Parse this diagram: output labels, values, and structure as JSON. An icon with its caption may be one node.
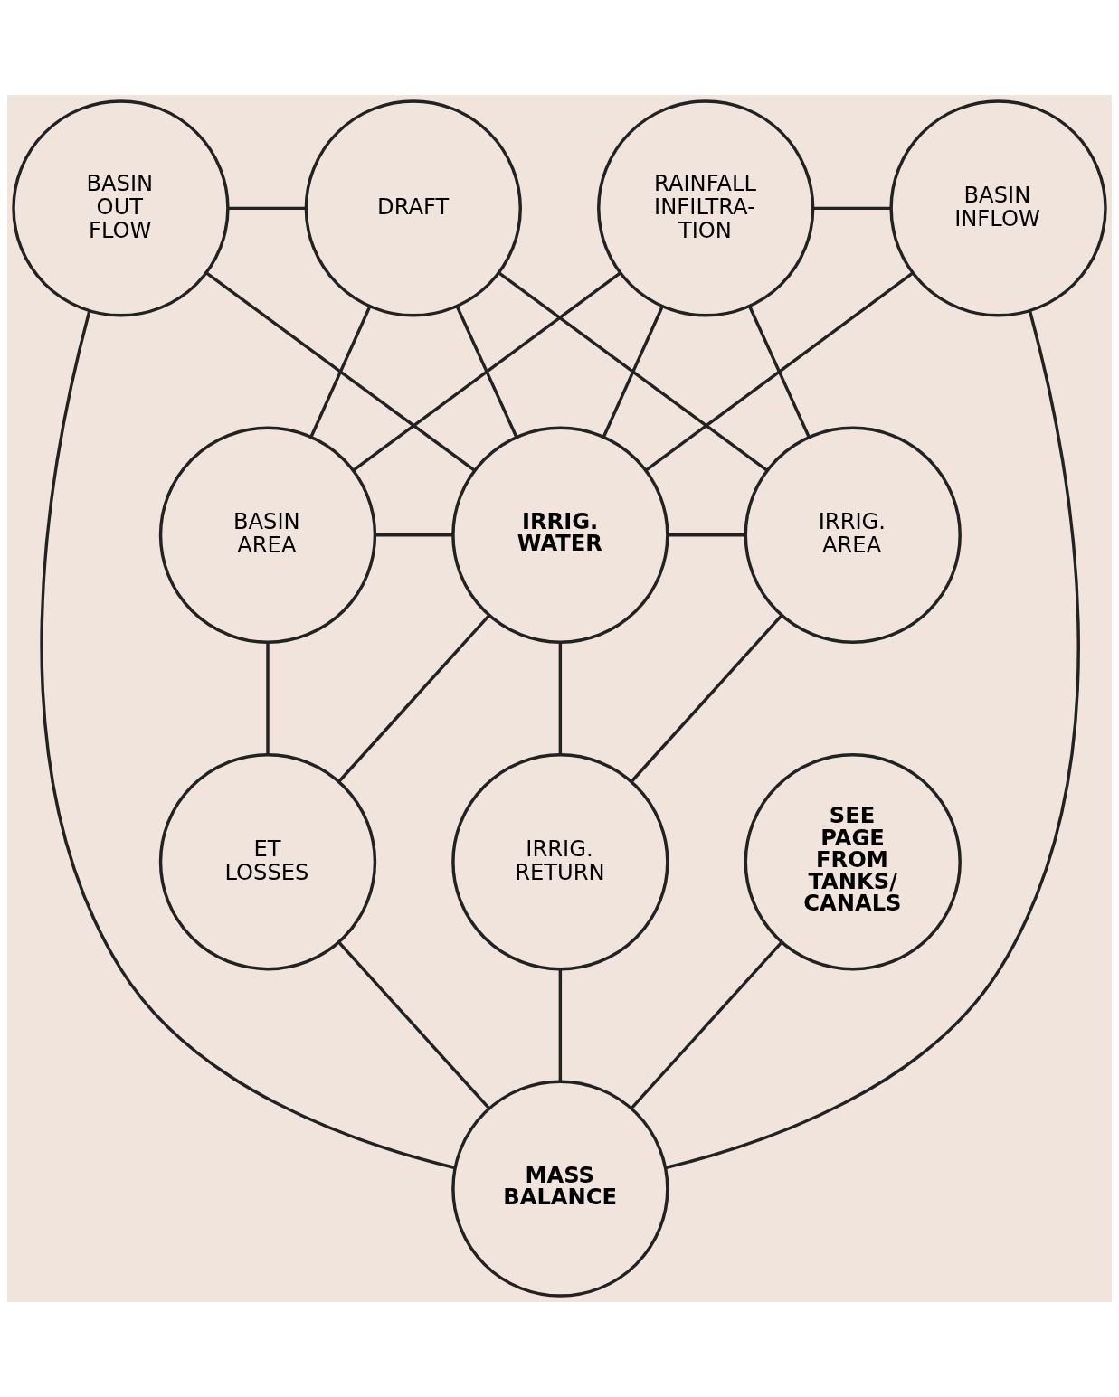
{
  "diagram": {
    "nodes": [
      {
        "text": [
          "BASIN INFLOW"
        ]
      },
      {
        "text": [
          "RAINFALL INFILTRA- TION"
        ]
      },
      {
        "text": [
          "DRAFT"
        ]
      },
      {
        "text": [
          "BASIN OUT FLOW"
        ]
      },
      {
        "text": [
          "IRRIG. AREA"
        ]
      },
      {
        "text": [
          "IRRIG. WATER"
        ]
      },
      {
        "text": [
          "BASIN AREA"
        ]
      },
      {
        "text": [
          "IRRIG. RETURN"
        ]
      },
      {
        "text": [
          "SEE PAGE FROM TANKS/ CANALS"
        ]
      },
      {
        "text": [
          "ET LOSSES"
        ]
      },
      {
        "text": [
          "MASS BALANCE"
        ]
      }
    ],
    "edges": [
      {
        "from": 3,
        "to": 2,
        "arrow": "none"
      },
      {
        "from": 3,
        "to": 10,
        "arrow": "none"
      },
      {
        "from": 3,
        "to": 5,
        "arrow": "none"
      },
      {
        "from": 2,
        "to": 6,
        "arrow": "none"
      },
      {
        "from": 6,
        "to": 1,
        "arrow": "none"
      },
      {
        "from": 6,
        "to": 5,
        "arrow": "none"
      },
      {
        "from": 6,
        "to": 9,
        "arrow": "none"
      },
      {
        "from": 2,
        "to": 5,
        "arrow": "none"
      },
      {
        "from": 2,
        "to": 4,
        "arrow": "none"
      },
      {
        "from": 1,
        "to": 5,
        "arrow": "none"
      },
      {
        "from": 5,
        "to": 0,
        "arrow": "none"
      },
      {
        "from": 5,
        "to": 4,
        "arrow": "none"
      },
      {
        "from": 1,
        "to": 4,
        "arrow": "none"
      },
      {
        "from": 1,
        "to": 0,
        "arrow": "none"
      },
      {
        "from": 0,
        "to": 10,
        "arrow": "none"
      },
      {
        "from": 4,
        "to": 7,
        "arrow": "none"
      },
      {
        "from": 5,
        "to": 7,
        "arrow": "none"
      },
      {
        "from": 5,
        "to": 9,
        "arrow": "none"
      },
      {
        "from": 9,
        "to": 10,
        "arrow": "none"
      },
      {
        "from": 8,
        "to": 10,
        "arrow": "none"
      },
      {
        "from": 7,
        "to": 10,
        "arrow": "none"
      }
    ]
  }
}
